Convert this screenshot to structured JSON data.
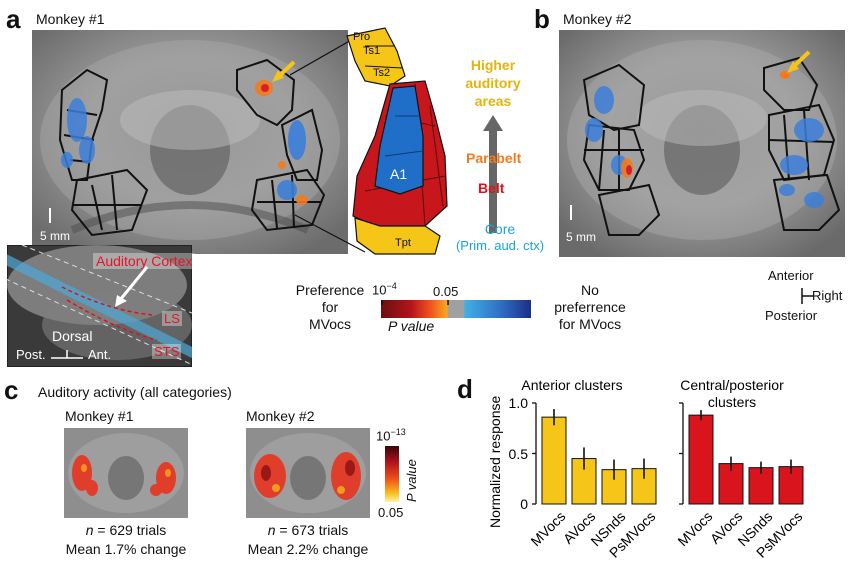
{
  "panel_a": {
    "label": "a",
    "title": "Monkey #1",
    "scale_text": "5 mm",
    "inset": {
      "auditory_cortex": "Auditory Cortex",
      "ls": "LS",
      "sts": "STS",
      "dorsal": "Dorsal",
      "post": "Post.",
      "ant": "Ant."
    },
    "schematic": {
      "regions": [
        "Pro",
        "Ts1",
        "Ts2",
        "A1",
        "Tpt"
      ],
      "higher": [
        "Higher",
        "auditory",
        "areas"
      ],
      "parabelt": "Parabelt",
      "belt": "Belt",
      "core": "Core",
      "core_sub": "(Prim. aud. ctx)"
    }
  },
  "panel_b": {
    "label": "b",
    "title": "Monkey #2",
    "scale_text": "5 mm",
    "orientation": {
      "anterior": "Anterior",
      "right": "Right",
      "posterior": "Posterior"
    }
  },
  "legend": {
    "left": [
      "Preference",
      "for",
      "MVocs"
    ],
    "tick_low_base": "10",
    "tick_low_exp": "−4",
    "tick_mid": "0.05",
    "pvalue": "P value",
    "right": [
      "No",
      "preferrence",
      "for MVocs"
    ]
  },
  "panel_c": {
    "label": "c",
    "title": "Auditory activity (all categories)",
    "monkey1": {
      "title": "Monkey #1",
      "n_text": "= 629 trials",
      "mean": "Mean 1.7% change"
    },
    "monkey2": {
      "title": "Monkey #2",
      "n_text": "= 673 trials",
      "mean": "Mean 2.2% change"
    },
    "n_symbol": "n",
    "colorbar": {
      "top_base": "10",
      "top_exp": "−13",
      "bottom": "0.05",
      "label": "P value"
    }
  },
  "panel_d": {
    "label": "d",
    "colors": {
      "anterior": "#f5c518",
      "central": "#d9141c"
    },
    "chart_data": [
      {
        "type": "bar",
        "title": "Anterior clusters",
        "ylabel": "Normalized response",
        "ylim": [
          0,
          1.0
        ],
        "yticks": [
          "1.0",
          "0.5",
          "0"
        ],
        "categories": [
          "MVocs",
          "AVocs",
          "NSnds",
          "PsMVocs"
        ],
        "values": [
          0.86,
          0.45,
          0.34,
          0.35
        ],
        "errors": [
          0.08,
          0.11,
          0.1,
          0.1
        ]
      },
      {
        "type": "bar",
        "title_lines": [
          "Central/posterior",
          "clusters"
        ],
        "ylim": [
          0,
          1.0
        ],
        "categories": [
          "MVocs",
          "AVocs",
          "NSnds",
          "PsMVocs"
        ],
        "values": [
          0.88,
          0.4,
          0.36,
          0.37
        ],
        "errors": [
          0.05,
          0.07,
          0.06,
          0.07
        ]
      }
    ]
  }
}
